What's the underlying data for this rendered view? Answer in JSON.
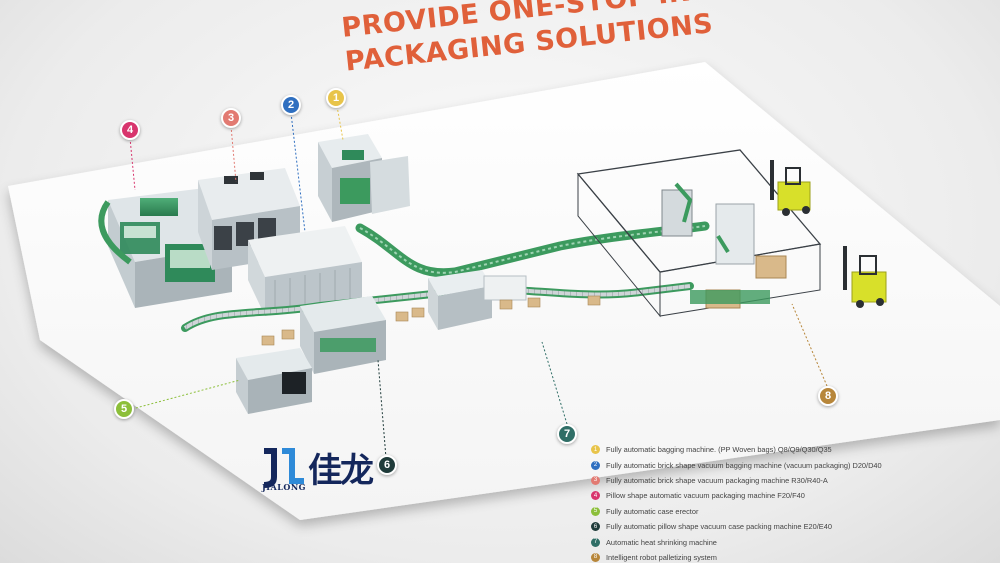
{
  "title": {
    "line1": "PROVIDE ONE-STOP INTELLIGENT",
    "line2": "PACKAGING SOLUTIONS"
  },
  "brand": {
    "chinese": "佳龙",
    "english": "JIALONG",
    "mark": "JL"
  },
  "colors": {
    "title": "#e0603a",
    "platform": "#ffffff",
    "machine_green": "#2f8a5a",
    "machine_grey": "#c9d0d4",
    "conveyor": "#3c9a5e",
    "forklift": "#d8e02a",
    "brand_navy": "#14275c"
  },
  "callouts": [
    {
      "id": "1",
      "label": "1",
      "color": "#e8c44a"
    },
    {
      "id": "2",
      "label": "2",
      "color": "#2f6fc0"
    },
    {
      "id": "3",
      "label": "3",
      "color": "#e27a72"
    },
    {
      "id": "4",
      "label": "4",
      "color": "#d8356d"
    },
    {
      "id": "5",
      "label": "5",
      "color": "#8cbf3a"
    },
    {
      "id": "6",
      "label": "6",
      "color": "#1f3b3a"
    },
    {
      "id": "7",
      "label": "7",
      "color": "#2f6e66"
    },
    {
      "id": "8",
      "label": "8",
      "color": "#b7863a"
    }
  ],
  "legend": [
    {
      "num": "1",
      "color": "#e8c44a",
      "text": "Fully automatic bagging machine. (PP Woven bags) Q8/Q9/Q30/Q35"
    },
    {
      "num": "2",
      "color": "#2f6fc0",
      "text": "Fully automatic brick shape vacuum bagging machine (vacuum packaging) D20/D40"
    },
    {
      "num": "3",
      "color": "#e27a72",
      "text": "Fully automatic brick shape vacuum packaging machine R30/R40-A"
    },
    {
      "num": "4",
      "color": "#d8356d",
      "text": "Pillow shape automatic vacuum packaging machine F20/F40"
    },
    {
      "num": "5",
      "color": "#8cbf3a",
      "text": "Fully automatic case erector"
    },
    {
      "num": "6",
      "color": "#1f3b3a",
      "text": "Fully automatic pillow shape vacuum case packing machine E20/E40"
    },
    {
      "num": "7",
      "color": "#2f6e66",
      "text": "Automatic heat shrinking machine"
    },
    {
      "num": "8",
      "color": "#b7863a",
      "text": "Intelligent robot palletizing system"
    }
  ]
}
